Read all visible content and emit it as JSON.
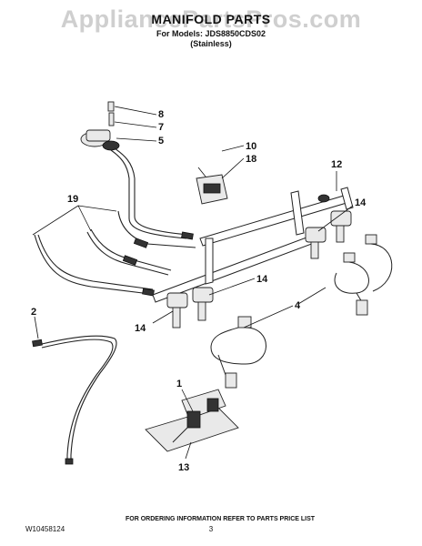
{
  "header": {
    "watermark": "AppliancePartsPros.com",
    "title": "MANIFOLD PARTS",
    "models_line": "For Models: JDS8850CDS02",
    "finish_line": "(Stainless)"
  },
  "callouts": [
    "8",
    "7",
    "5",
    "10",
    "18",
    "12",
    "19",
    "14",
    "14",
    "2",
    "14",
    "4",
    "1",
    "13"
  ],
  "footer": {
    "ordering_note": "FOR ORDERING INFORMATION REFER TO PARTS PRICE LIST",
    "doc_number": "W10458124",
    "page_number": "3"
  }
}
